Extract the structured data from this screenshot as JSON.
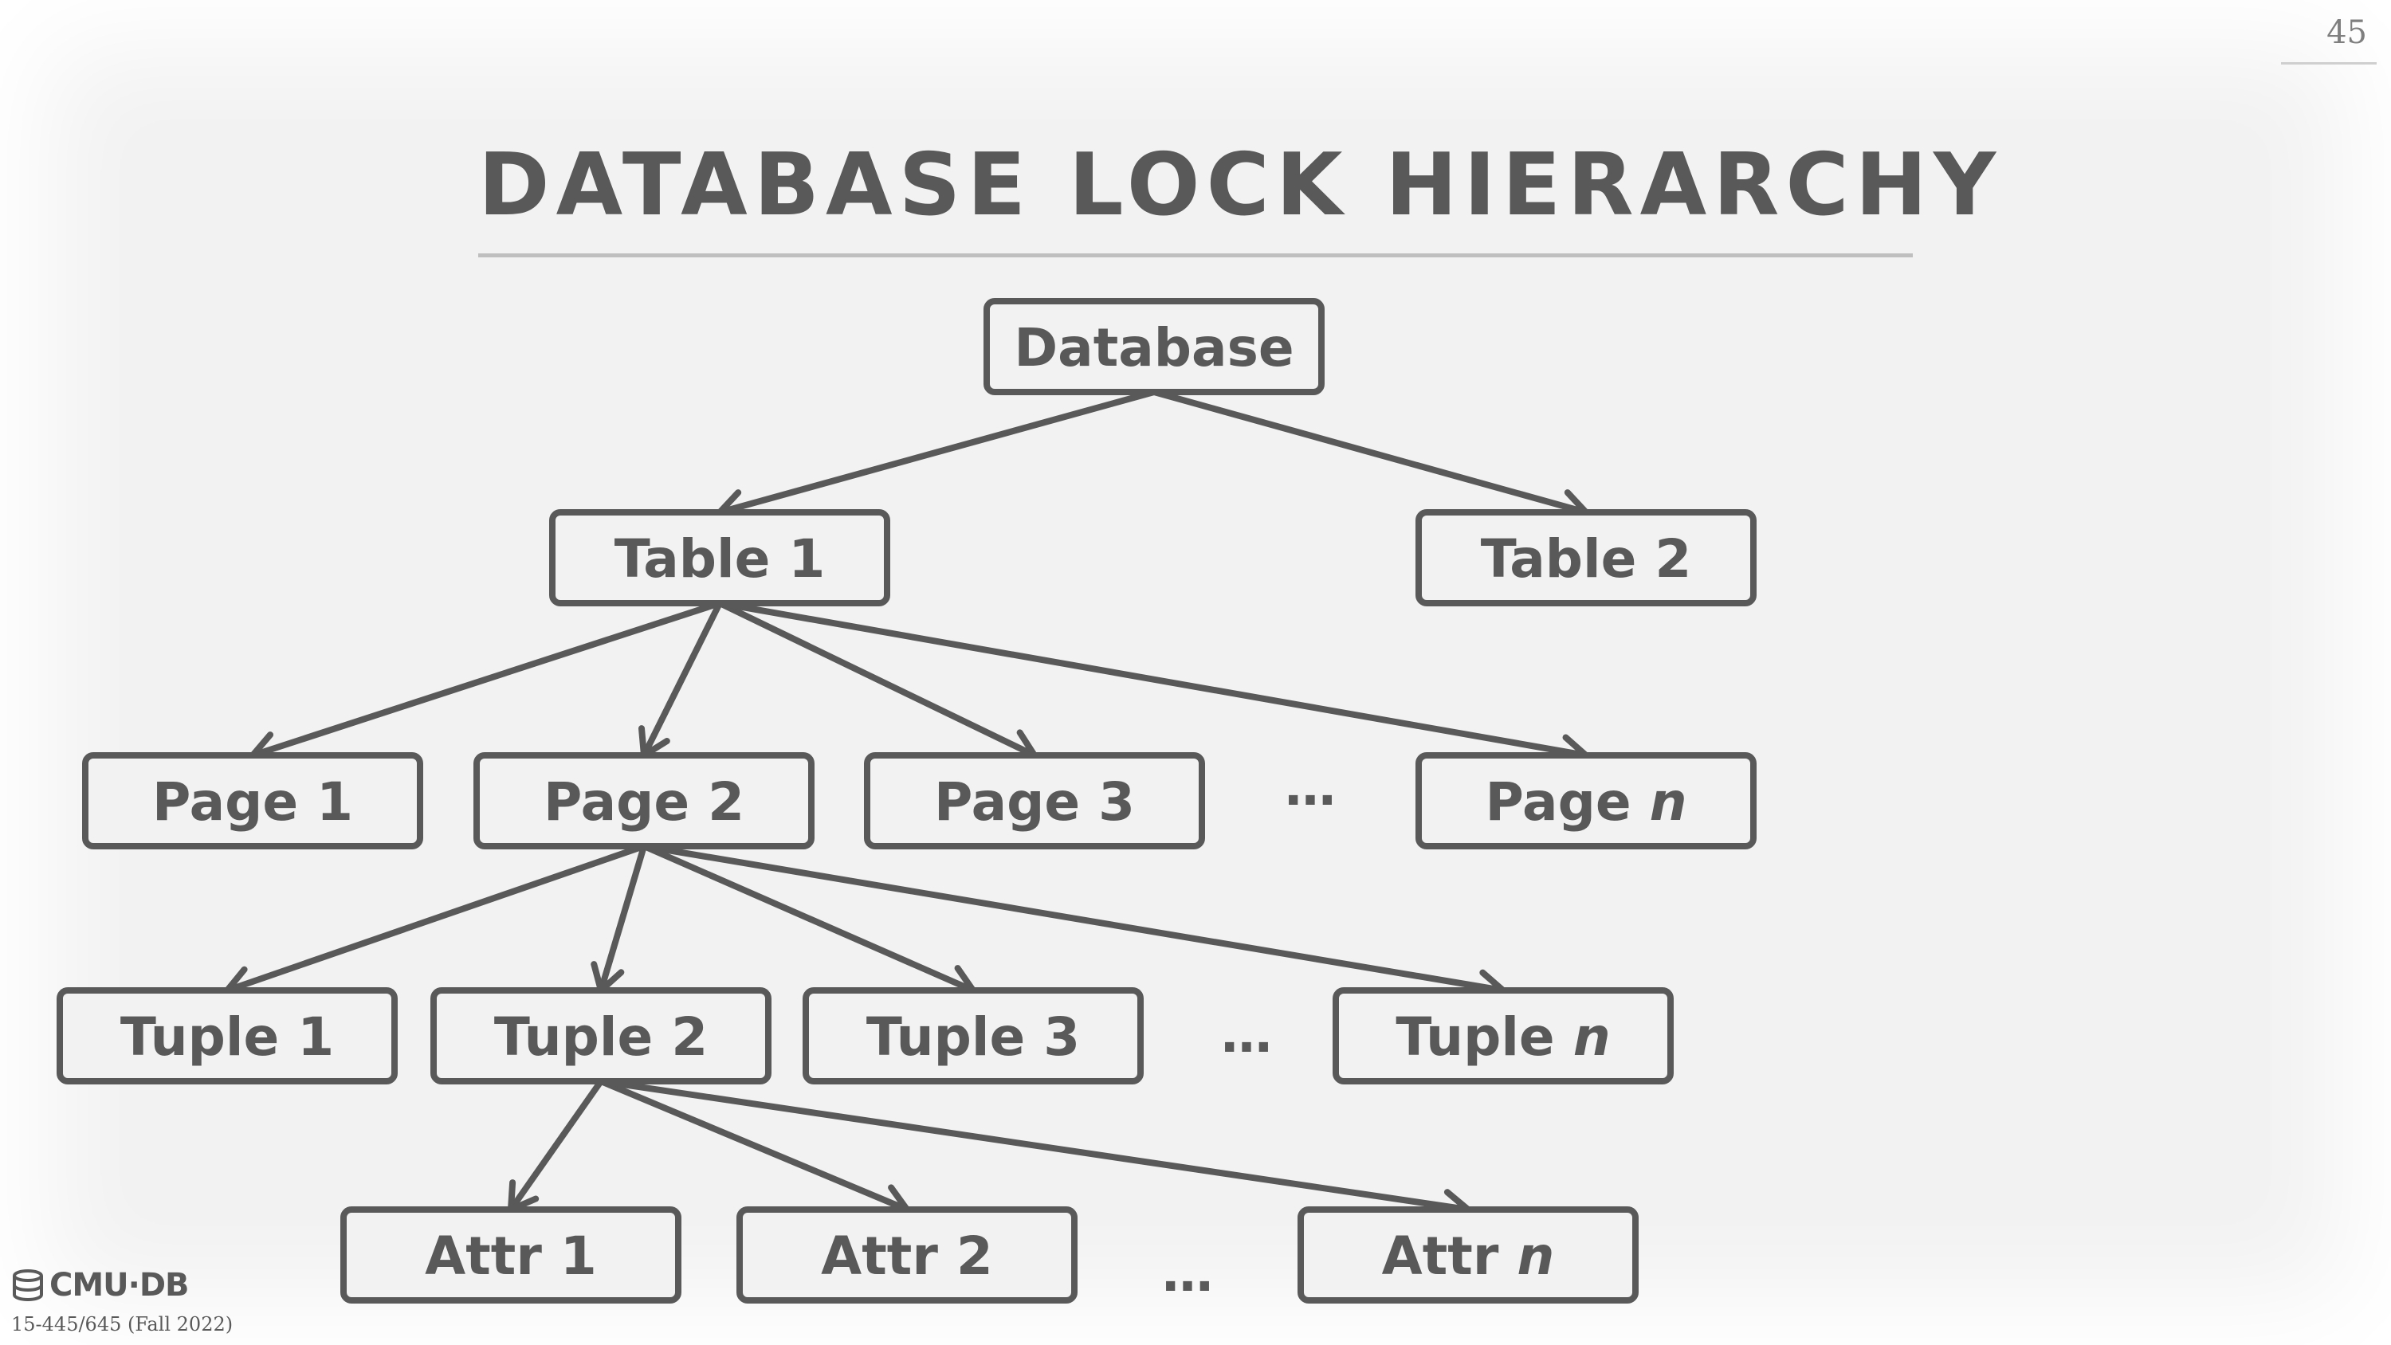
{
  "slide": {
    "number": "45",
    "title": "DATABASE LOCK HIERARCHY"
  },
  "diagram": {
    "nodes": [
      {
        "id": "database",
        "label": "Database",
        "italic": ""
      },
      {
        "id": "table-1",
        "label": "Table 1",
        "italic": ""
      },
      {
        "id": "table-2",
        "label": "Table 2",
        "italic": ""
      },
      {
        "id": "page-1",
        "label": "Page 1",
        "italic": ""
      },
      {
        "id": "page-2",
        "label": "Page 2",
        "italic": ""
      },
      {
        "id": "page-3",
        "label": "Page 3",
        "italic": ""
      },
      {
        "id": "page-n",
        "label": "Page ",
        "italic": "n"
      },
      {
        "id": "tuple-1",
        "label": "Tuple 1",
        "italic": ""
      },
      {
        "id": "tuple-2",
        "label": "Tuple 2",
        "italic": ""
      },
      {
        "id": "tuple-3",
        "label": "Tuple 3",
        "italic": ""
      },
      {
        "id": "tuple-n",
        "label": "Tuple ",
        "italic": "n"
      },
      {
        "id": "attr-1",
        "label": "Attr 1",
        "italic": ""
      },
      {
        "id": "attr-2",
        "label": "Attr 2",
        "italic": ""
      },
      {
        "id": "attr-n",
        "label": "Attr ",
        "italic": "n"
      }
    ],
    "edges": [
      [
        "database",
        "table-1"
      ],
      [
        "database",
        "table-2"
      ],
      [
        "table-1",
        "page-1"
      ],
      [
        "table-1",
        "page-2"
      ],
      [
        "table-1",
        "page-3"
      ],
      [
        "table-1",
        "page-n"
      ],
      [
        "page-2",
        "tuple-1"
      ],
      [
        "page-2",
        "tuple-2"
      ],
      [
        "page-2",
        "tuple-3"
      ],
      [
        "page-2",
        "tuple-n"
      ],
      [
        "tuple-2",
        "attr-1"
      ],
      [
        "tuple-2",
        "attr-2"
      ],
      [
        "tuple-2",
        "attr-n"
      ]
    ],
    "ellipses": [
      "…",
      "…",
      "…"
    ]
  },
  "footer": {
    "logo_text": "CMU·DB",
    "course": "15-445/645 (Fall 2022)"
  },
  "colors": {
    "background": "#f2f2f2",
    "stroke": "#595959",
    "box_fill": "#f2f2f2",
    "text": "#595959"
  }
}
